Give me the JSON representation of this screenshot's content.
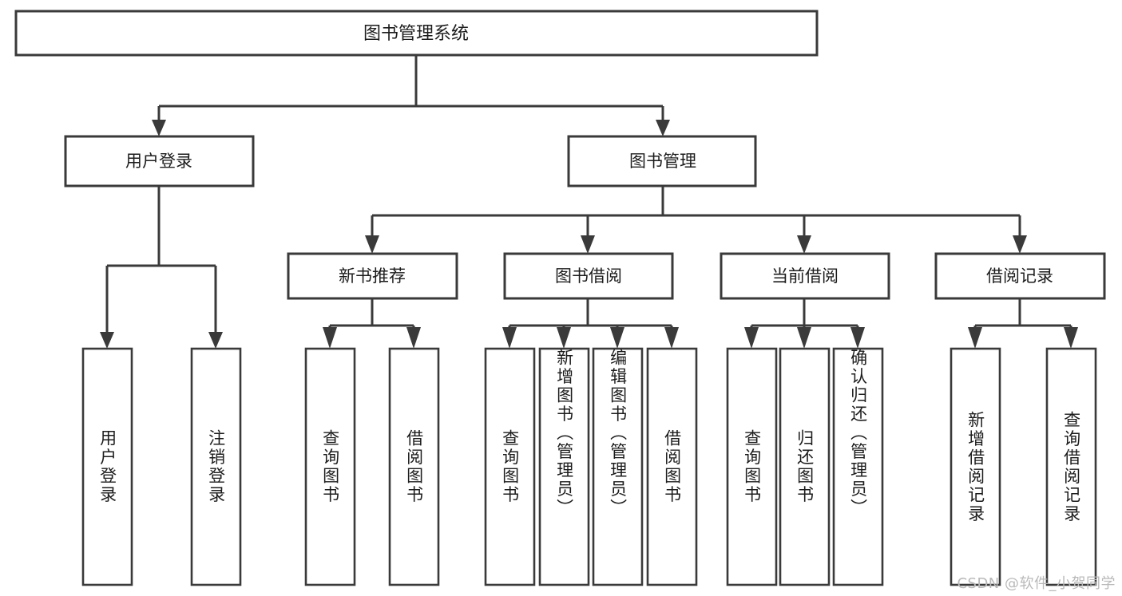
{
  "diagram": {
    "type": "tree",
    "title": "图书管理系统",
    "orientation": "top-down",
    "colors": {
      "background": "#ffffff",
      "box_stroke": "#3a3a3a",
      "box_fill": "#ffffff",
      "text": "#1c1c1c",
      "watermark": "#b9b9b9"
    },
    "root": {
      "label": "图书管理系统"
    },
    "level1": [
      {
        "label": "用户登录"
      },
      {
        "label": "图书管理"
      }
    ],
    "level2": [
      {
        "label": "新书推荐",
        "parent": "图书管理"
      },
      {
        "label": "图书借阅",
        "parent": "图书管理"
      },
      {
        "label": "当前借阅",
        "parent": "图书管理"
      },
      {
        "label": "借阅记录",
        "parent": "图书管理"
      }
    ],
    "leaves": {
      "用户登录": [
        {
          "label": "用户登录"
        },
        {
          "label": "注销登录"
        }
      ],
      "新书推荐": [
        {
          "label": "查询图书"
        },
        {
          "label": "借阅图书"
        }
      ],
      "图书借阅": [
        {
          "label": "查询图书"
        },
        {
          "label": "新增图书（管理员）"
        },
        {
          "label": "编辑图书（管理员）"
        },
        {
          "label": "借阅图书"
        }
      ],
      "当前借阅": [
        {
          "label": "查询图书"
        },
        {
          "label": "归还图书"
        },
        {
          "label": "确认归还（管理员）"
        }
      ],
      "借阅记录": [
        {
          "label": "新增借阅记录"
        },
        {
          "label": "查询借阅记录"
        }
      ]
    }
  },
  "watermark": {
    "text": "CSDN @软件_小贺同学"
  }
}
